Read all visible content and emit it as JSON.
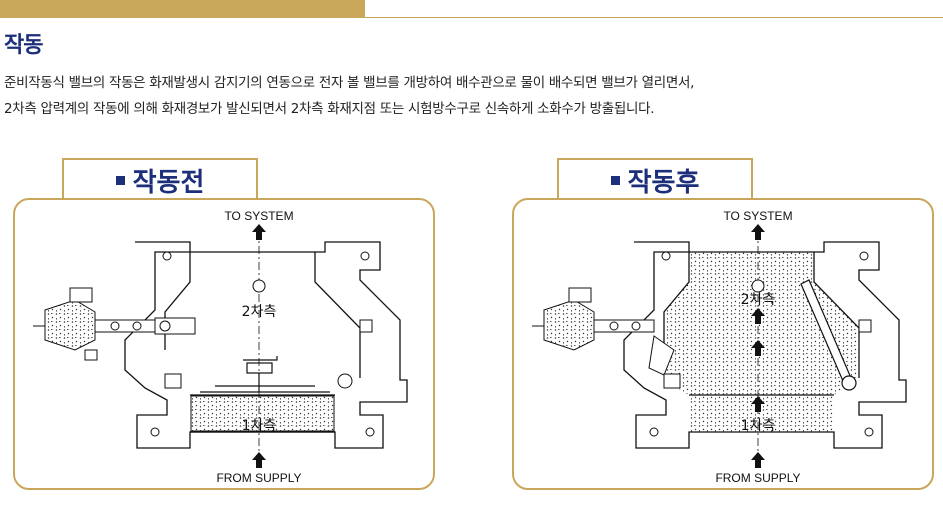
{
  "header": {
    "title": "작동",
    "accent_color": "#c9a75a",
    "title_color": "#1d2f7a"
  },
  "description": {
    "line1": "준비작동식 밸브의 작동은 화재발생시 감지기의 연동으로 전자 볼 밸브를 개방하여 배수관으로 물이 배수되면 밸브가 열리면서,",
    "line2": "2차측 압력계의 작동에 의해 화재경보가 발신되면서 2차측 화재지점 또는 시험방수구로 신속하게 소화수가 방출됩니다."
  },
  "panels": [
    {
      "label": "작동전",
      "to_system": "TO SYSTEM",
      "from_supply": "FROM SUPPLY",
      "secondary_side": "2차측",
      "primary_side": "1차측"
    },
    {
      "label": "작동후",
      "to_system": "TO SYSTEM",
      "from_supply": "FROM SUPPLY",
      "secondary_side": "2차측",
      "primary_side": "1차측"
    }
  ]
}
